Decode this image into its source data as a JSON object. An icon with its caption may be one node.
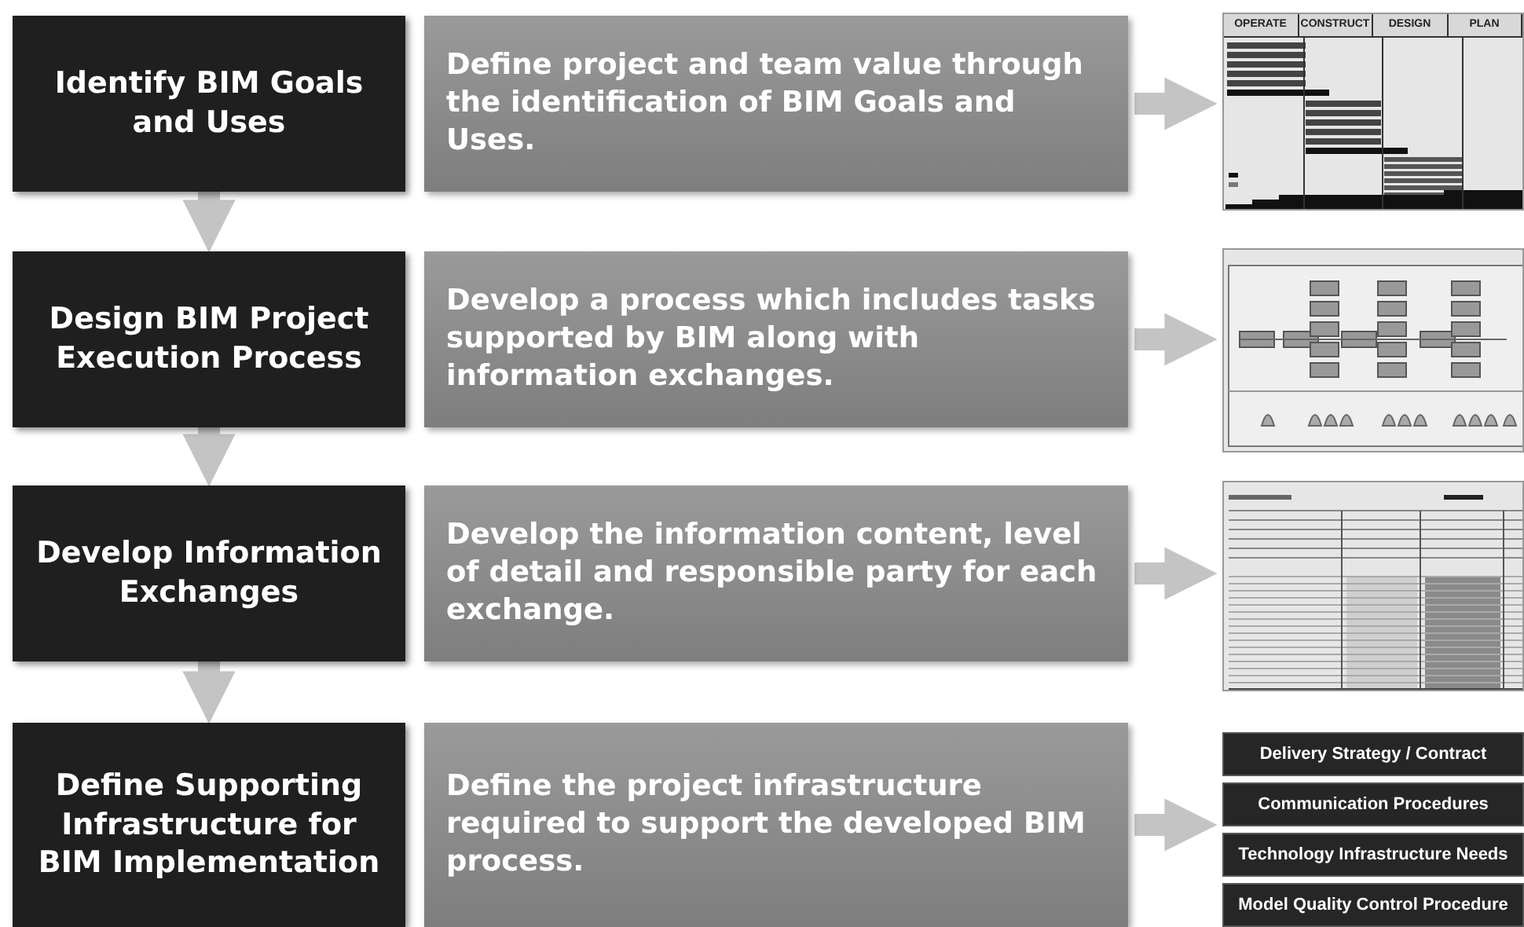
{
  "diagram": {
    "nodes": [
      {
        "text": [
          "Identify BIM Goals and Uses"
        ]
      },
      {
        "text": [
          "Define project and team value through the identification of BIM Goals and Uses."
        ]
      },
      {
        "text": [],
        "shape": "picture"
      },
      {
        "text": [
          "Design BIM Project Execution Process"
        ]
      },
      {
        "text": [
          "Develop a process which includes tasks supported by BIM along with information exchanges."
        ]
      },
      {
        "text": [],
        "shape": "picture"
      },
      {
        "text": [
          "Develop Information Exchanges"
        ]
      },
      {
        "text": [
          "Develop the information content, level of detail and responsible party for each exchange."
        ]
      },
      {
        "text": [],
        "shape": "picture"
      },
      {
        "text": [
          "Define Supporting Infrastructure for BIM Implementation"
        ]
      },
      {
        "text": [
          "Define the project infrastructure required to support the developed BIM process."
        ]
      },
      {
        "text": [],
        "shape": "box"
      },
      {
        "text": [
          "Delivery Strategy / Contract"
        ],
        "in": 11
      },
      {
        "text": [
          "Communication Procedures"
        ],
        "in": 11
      },
      {
        "text": [
          "Technology Infrastructure Needs"
        ],
        "in": 11
      },
      {
        "text": [
          "Model Quality Control Procedure"
        ],
        "in": 11
      }
    ],
    "edges": [
      {
        "from": 0,
        "to": 3,
        "arrow": "to"
      },
      {
        "from": 3,
        "to": 6,
        "arrow": "to"
      },
      {
        "from": 6,
        "to": 9,
        "arrow": "to"
      },
      {
        "from": 1,
        "to": 2,
        "arrow": "to"
      },
      {
        "from": 4,
        "to": 5,
        "arrow": "to"
      },
      {
        "from": 7,
        "to": 8,
        "arrow": "to"
      },
      {
        "from": 10,
        "to": 11,
        "arrow": "to"
      }
    ],
    "labels": [
      "OPERATE",
      "CONSTRUCT",
      "DESIGN",
      "PLAN"
    ]
  }
}
